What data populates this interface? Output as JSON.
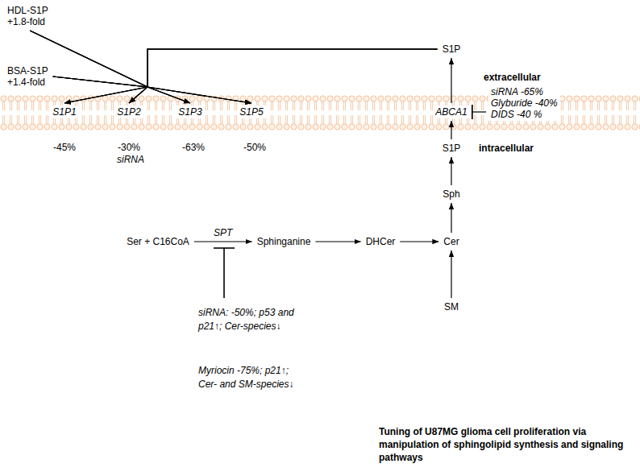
{
  "diagram": {
    "caption": "Tuning of U87MG glioma cell proliferation via manipulation of sphingolipid synthesis and signaling pathways",
    "nodes": [
      {
        "text": [
          "HDL-S1P",
          "+1.8-fold"
        ]
      },
      {
        "text": [
          "BSA-S1P",
          "+1.4-fold"
        ]
      },
      {
        "text": [
          "S1P"
        ]
      },
      {
        "text": [
          "S1P1"
        ]
      },
      {
        "text": [
          "S1P2"
        ]
      },
      {
        "text": [
          "S1P3"
        ]
      },
      {
        "text": [
          "S1P5"
        ]
      },
      {
        "text": [
          "ABCA1"
        ]
      },
      {
        "text": [
          "siRNA -65%",
          "Glyburide -40%",
          "DIDS -40 %"
        ]
      },
      {
        "text": [
          "S1P"
        ]
      },
      {
        "text": [
          "Sph"
        ]
      },
      {
        "text": [
          "Cer"
        ]
      },
      {
        "text": [
          "SM"
        ]
      },
      {
        "text": [
          "DHCer"
        ]
      },
      {
        "text": [
          "Sphinganine"
        ]
      },
      {
        "text": [
          "Ser + C16CoA"
        ]
      }
    ],
    "edges": [
      {
        "from": 0,
        "to": 3,
        "arrow": "to"
      },
      {
        "from": 0,
        "to": 4,
        "arrow": "to"
      },
      {
        "from": 0,
        "to": 5,
        "arrow": "to"
      },
      {
        "from": 0,
        "to": 6,
        "arrow": "to"
      },
      {
        "from": 1,
        "to": 3,
        "arrow": "to"
      },
      {
        "from": 1,
        "to": 4,
        "arrow": "to"
      },
      {
        "from": 1,
        "to": 5,
        "arrow": "to"
      },
      {
        "from": 1,
        "to": 6,
        "arrow": "to"
      },
      {
        "from": 2,
        "to": 3,
        "arrow": "to"
      },
      {
        "from": 2,
        "to": 4,
        "arrow": "to"
      },
      {
        "from": 2,
        "to": 5,
        "arrow": "to"
      },
      {
        "from": 2,
        "to": 6,
        "arrow": "to"
      },
      {
        "from": 7,
        "to": 2,
        "arrow": "to"
      },
      {
        "from": 9,
        "to": 7,
        "arrow": "to"
      },
      {
        "from": 10,
        "to": 9,
        "arrow": "to"
      },
      {
        "from": 11,
        "to": 10,
        "arrow": "to"
      },
      {
        "from": 12,
        "to": 11,
        "arrow": "to"
      },
      {
        "from": 13,
        "to": 11,
        "arrow": "to"
      },
      {
        "from": 14,
        "to": 13,
        "arrow": "to"
      },
      {
        "from": 15,
        "to": 14,
        "label": "SPT",
        "arrow": "to"
      },
      {
        "from": 8,
        "to": 7,
        "arrow": "to"
      }
    ],
    "labels": [
      "extracellular",
      "intracellular",
      "-45%",
      "-30%",
      "-63%",
      "-50%",
      "siRNA",
      "siRNA: -50%; p53 and p21↑; Cer-species↓",
      "Myriocin -75%; p21↑; Cer- and SM-species↓"
    ]
  }
}
